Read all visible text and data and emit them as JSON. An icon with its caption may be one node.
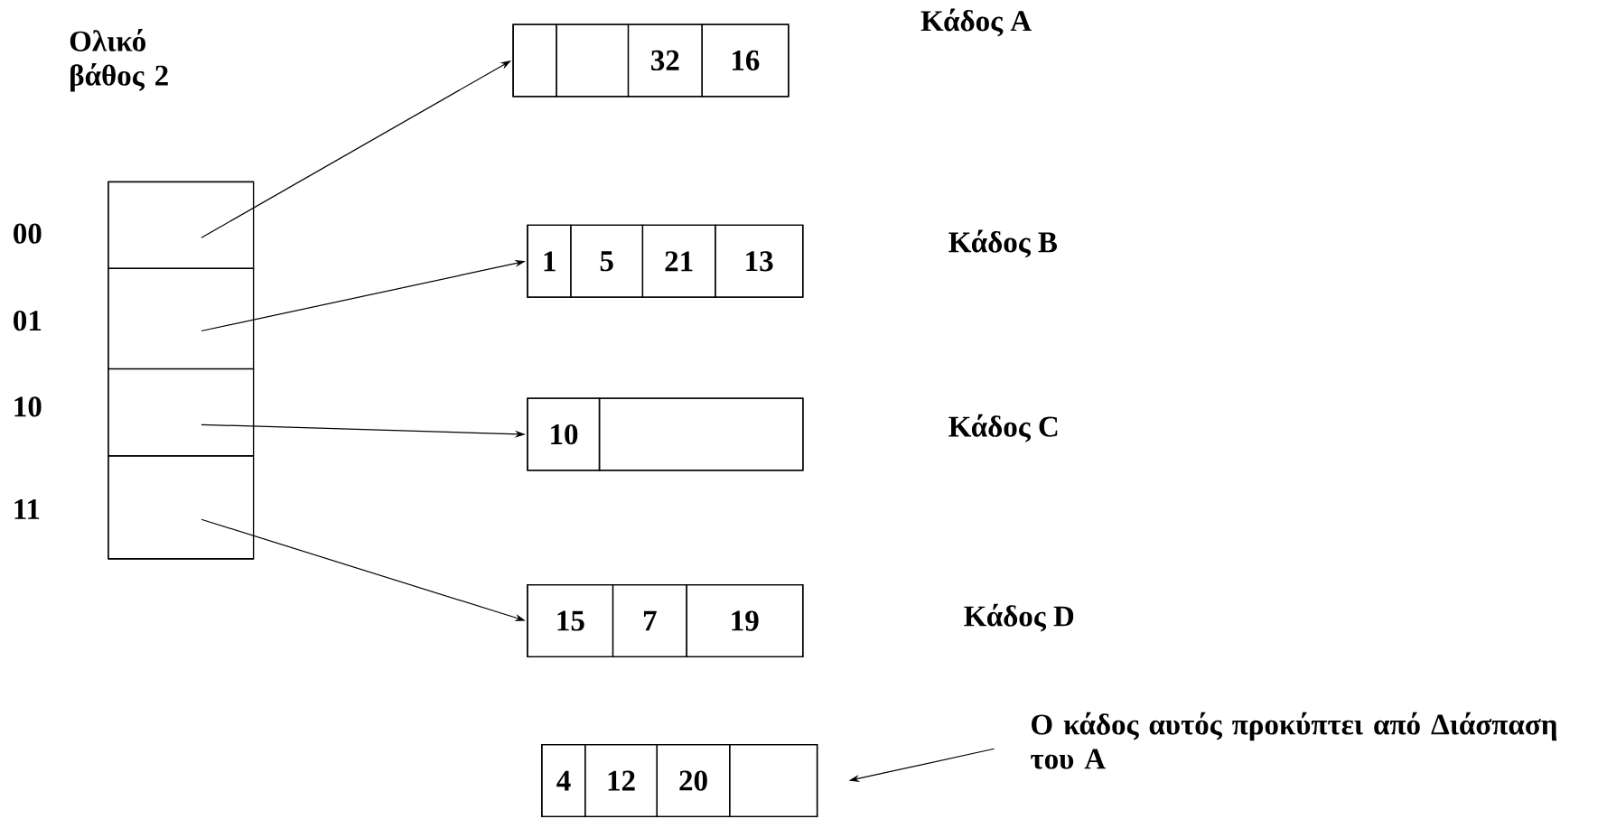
{
  "diagram": {
    "nodes": [
      {
        "text": [
          "Ολικό βάθος 2"
        ]
      },
      {
        "text": [],
        "shape": "box",
        "in": 0
      },
      {
        "text": [],
        "shape": "box",
        "in": 0
      },
      {
        "text": [],
        "shape": "box",
        "in": 0
      },
      {
        "text": [],
        "shape": "box",
        "in": 0
      },
      {
        "text": [],
        "shape": "box"
      },
      {
        "text": [],
        "shape": "box",
        "in": 5
      },
      {
        "text": [],
        "shape": "box",
        "in": 5
      },
      {
        "text": [
          "32"
        ],
        "in": 5
      },
      {
        "text": [
          "16"
        ],
        "in": 5
      },
      {
        "text": [],
        "shape": "box"
      },
      {
        "text": [
          "1"
        ],
        "in": 10
      },
      {
        "text": [
          "5"
        ],
        "in": 10
      },
      {
        "text": [
          "21"
        ],
        "in": 10
      },
      {
        "text": [
          "13"
        ],
        "in": 10
      },
      {
        "text": [],
        "shape": "box"
      },
      {
        "text": [
          "10"
        ],
        "in": 15
      },
      {
        "text": [],
        "shape": "box",
        "in": 15
      },
      {
        "text": [],
        "shape": "box"
      },
      {
        "text": [
          "15"
        ],
        "in": 18
      },
      {
        "text": [
          "7"
        ],
        "in": 18
      },
      {
        "text": [
          "19"
        ],
        "in": 18
      },
      {
        "text": [],
        "shape": "box"
      },
      {
        "text": [
          "4"
        ],
        "in": 22
      },
      {
        "text": [
          "12"
        ],
        "in": 22
      },
      {
        "text": [
          "20"
        ],
        "in": 22
      },
      {
        "text": [],
        "shape": "box",
        "in": 22
      },
      {
        "text": [
          "Ο κάδος αυτός προκύπτει από Διάσπαση του A"
        ]
      }
    ],
    "edges": [
      {
        "from": 1,
        "to": 5,
        "arrow": "to"
      },
      {
        "from": 2,
        "to": 10,
        "arrow": "to"
      },
      {
        "from": 3,
        "to": 15,
        "arrow": "to"
      },
      {
        "from": 4,
        "to": 18,
        "arrow": "to"
      },
      {
        "from": 27,
        "to": 22,
        "arrow": "to"
      }
    ],
    "labels": [
      "Κάδος A",
      "00",
      "Κάδος B",
      "01",
      "10",
      "Κάδος C",
      "11",
      "Κάδος D"
    ]
  }
}
